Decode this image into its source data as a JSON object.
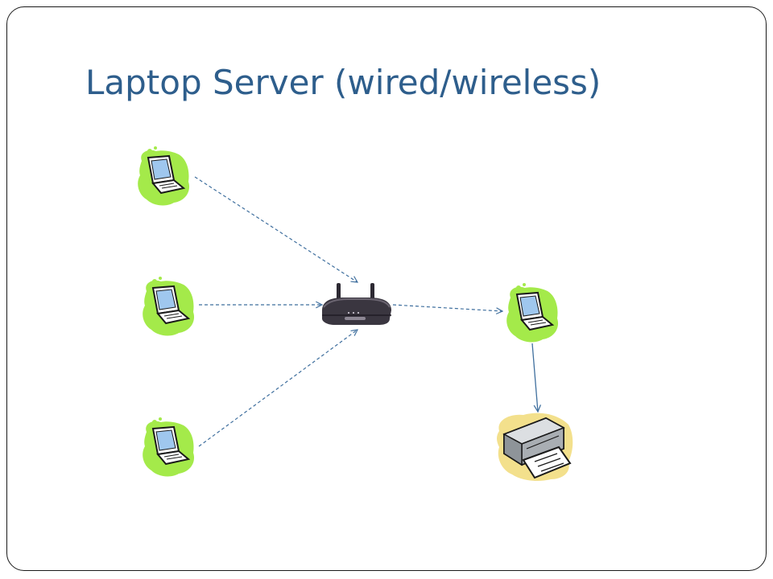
{
  "slide": {
    "title": "Laptop Server (wired/wireless)"
  },
  "diagram": {
    "nodes": [
      {
        "id": "laptop-client-1",
        "icon": "laptop-icon"
      },
      {
        "id": "laptop-client-2",
        "icon": "laptop-icon"
      },
      {
        "id": "laptop-client-3",
        "icon": "laptop-icon"
      },
      {
        "id": "router",
        "icon": "wireless-router-icon"
      },
      {
        "id": "laptop-server",
        "icon": "laptop-icon"
      },
      {
        "id": "printer",
        "icon": "printer-icon"
      }
    ],
    "edges": [
      {
        "from": "laptop-client-1",
        "to": "router",
        "style": "dashed"
      },
      {
        "from": "laptop-client-2",
        "to": "router",
        "style": "dashed"
      },
      {
        "from": "laptop-client-3",
        "to": "router",
        "style": "dashed"
      },
      {
        "from": "router",
        "to": "laptop-server",
        "style": "dashed"
      },
      {
        "from": "laptop-server",
        "to": "printer",
        "style": "solid"
      }
    ]
  },
  "colors": {
    "title": "#2e5e8c",
    "connector": "#3f6f9e",
    "laptop_blob": "#a4ea4a",
    "laptop_screen": "#9fc7ee",
    "printer_blob": "#f3e08c"
  }
}
